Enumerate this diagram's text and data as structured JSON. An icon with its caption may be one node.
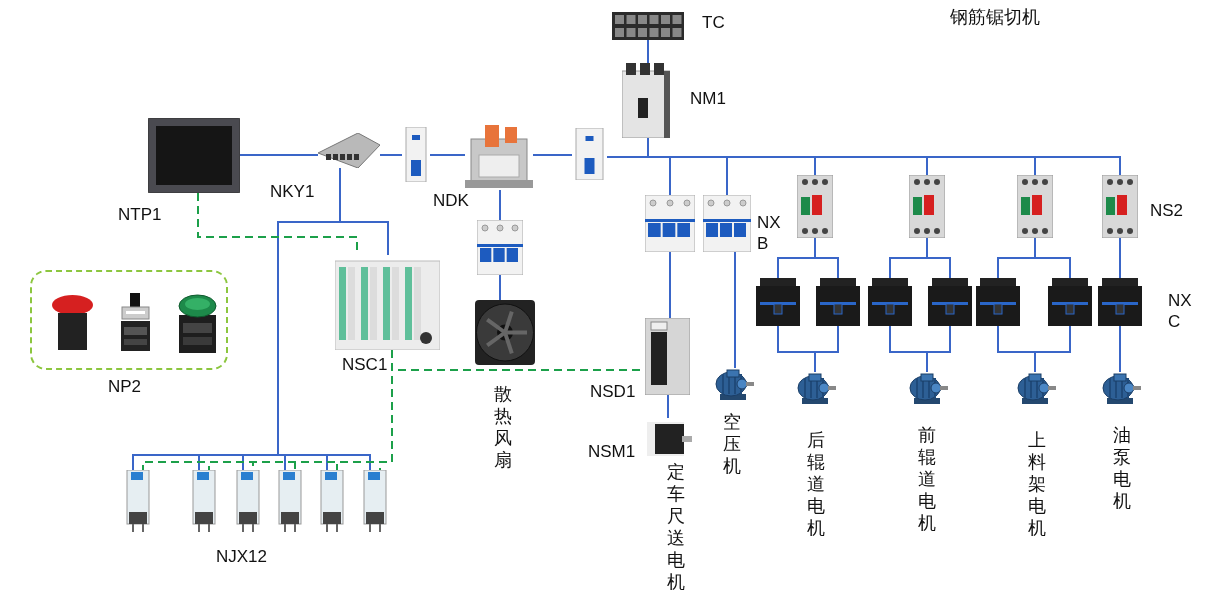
{
  "diagram": {
    "title": "钢筋锯切机",
    "nodes": [
      {
        "text": [],
        "shape": "picture",
        "beside": [
          "TC"
        ]
      },
      {
        "text": [],
        "shape": "picture",
        "beside": [
          "NM1"
        ]
      },
      {
        "text": [],
        "shape": "picture",
        "beside": [
          "NTP1"
        ]
      },
      {
        "text": [],
        "shape": "picture",
        "beside": [
          "NKY1"
        ]
      },
      {
        "text": [],
        "shape": "picture"
      },
      {
        "text": [],
        "shape": "picture",
        "beside": [
          "NDK"
        ]
      },
      {
        "text": [],
        "shape": "picture"
      },
      {
        "text": [],
        "shape": "picture"
      },
      {
        "text": [],
        "shape": "picture",
        "beside": [
          "散热风扇"
        ]
      },
      {
        "text": [],
        "shape": "picture",
        "beside": [
          "NSC1"
        ]
      },
      {
        "text": [],
        "shape": "box",
        "beside": [
          "NP2"
        ]
      },
      {
        "text": [],
        "shape": "picture",
        "in": 10
      },
      {
        "text": [],
        "shape": "picture",
        "in": 10
      },
      {
        "text": [],
        "shape": "picture",
        "in": 10
      },
      {
        "text": [],
        "shape": "picture"
      },
      {
        "text": [],
        "shape": "picture",
        "beside": [
          "NX B"
        ]
      },
      {
        "text": [],
        "shape": "picture",
        "beside": [
          "NSD1"
        ]
      },
      {
        "text": [],
        "shape": "picture",
        "beside": [
          "NSM1",
          "定车尺送电机"
        ]
      },
      {
        "text": [],
        "shape": "picture",
        "beside": [
          "空压机"
        ]
      },
      {
        "text": [],
        "shape": "picture"
      },
      {
        "text": [],
        "shape": "picture"
      },
      {
        "text": [],
        "shape": "picture"
      },
      {
        "text": [],
        "shape": "picture",
        "beside": [
          "NS2"
        ]
      },
      {
        "text": [],
        "shape": "picture"
      },
      {
        "text": [],
        "shape": "picture"
      },
      {
        "text": [],
        "shape": "picture"
      },
      {
        "text": [],
        "shape": "picture"
      },
      {
        "text": [],
        "shape": "picture"
      },
      {
        "text": [],
        "shape": "picture"
      },
      {
        "text": [],
        "shape": "picture",
        "beside": [
          "NX C"
        ]
      },
      {
        "text": [],
        "shape": "picture",
        "beside": [
          "后辊道电机"
        ]
      },
      {
        "text": [],
        "shape": "picture",
        "beside": [
          "前辊道电机"
        ]
      },
      {
        "text": [],
        "shape": "picture",
        "beside": [
          "上料架电机"
        ]
      },
      {
        "text": [],
        "shape": "picture",
        "beside": [
          "油泵电机"
        ]
      },
      {
        "text": [],
        "shape": "picture"
      },
      {
        "text": [],
        "shape": "picture"
      },
      {
        "text": [],
        "shape": "picture"
      },
      {
        "text": [],
        "shape": "picture"
      },
      {
        "text": [],
        "shape": "picture"
      },
      {
        "text": [],
        "shape": "picture"
      }
    ],
    "edges": [
      {
        "from": 0,
        "to": 1,
        "arrow": "none"
      },
      {
        "from": 1,
        "to": 6,
        "arrow": "none"
      },
      {
        "from": 1,
        "to": 14,
        "arrow": "none"
      },
      {
        "from": 1,
        "to": 15,
        "arrow": "none"
      },
      {
        "from": 1,
        "to": 19,
        "arrow": "none"
      },
      {
        "from": 1,
        "to": 20,
        "arrow": "none"
      },
      {
        "from": 1,
        "to": 21,
        "arrow": "none"
      },
      {
        "from": 1,
        "to": 22,
        "arrow": "none"
      },
      {
        "from": 6,
        "to": 5,
        "arrow": "none"
      },
      {
        "from": 5,
        "to": 4,
        "arrow": "none"
      },
      {
        "from": 4,
        "to": 3,
        "arrow": "none"
      },
      {
        "from": 3,
        "to": 2,
        "arrow": "none"
      },
      {
        "from": 5,
        "to": 7,
        "arrow": "none"
      },
      {
        "from": 7,
        "to": 8,
        "arrow": "none"
      },
      {
        "from": 14,
        "to": 16,
        "arrow": "none"
      },
      {
        "from": 16,
        "to": 17,
        "arrow": "none"
      },
      {
        "from": 15,
        "to": 18,
        "arrow": "none"
      },
      {
        "from": 3,
        "to": 9,
        "arrow": "none"
      },
      {
        "from": 3,
        "to": 34,
        "arrow": "none"
      },
      {
        "from": 3,
        "to": 35,
        "arrow": "none"
      },
      {
        "from": 3,
        "to": 36,
        "arrow": "none"
      },
      {
        "from": 3,
        "to": 37,
        "arrow": "none"
      },
      {
        "from": 3,
        "to": 38,
        "arrow": "none"
      },
      {
        "from": 3,
        "to": 39,
        "arrow": "none"
      },
      {
        "from": 2,
        "to": 9,
        "arrow": "none",
        "style": "dashed",
        "color": "#1ca04a"
      },
      {
        "from": 9,
        "to": 16,
        "arrow": "none",
        "style": "dashed",
        "color": "#1ca04a"
      },
      {
        "from": 9,
        "to": 34,
        "arrow": "none",
        "style": "dashed",
        "color": "#1ca04a"
      },
      {
        "from": 9,
        "to": 35,
        "arrow": "none",
        "style": "dashed",
        "color": "#1ca04a"
      },
      {
        "from": 9,
        "to": 36,
        "arrow": "none",
        "style": "dashed",
        "color": "#1ca04a"
      },
      {
        "from": 9,
        "to": 37,
        "arrow": "none",
        "style": "dashed",
        "color": "#1ca04a"
      },
      {
        "from": 9,
        "to": 38,
        "arrow": "none",
        "style": "dashed",
        "color": "#1ca04a"
      },
      {
        "from": 9,
        "to": 39,
        "arrow": "none",
        "style": "dashed",
        "color": "#1ca04a"
      },
      {
        "from": 19,
        "to": 23,
        "arrow": "none"
      },
      {
        "from": 19,
        "to": 24,
        "arrow": "none"
      },
      {
        "from": 20,
        "to": 25,
        "arrow": "none"
      },
      {
        "from": 20,
        "to": 26,
        "arrow": "none"
      },
      {
        "from": 21,
        "to": 27,
        "arrow": "none"
      },
      {
        "from": 21,
        "to": 28,
        "arrow": "none"
      },
      {
        "from": 22,
        "to": 29,
        "arrow": "none"
      },
      {
        "from": 23,
        "to": 30,
        "arrow": "none"
      },
      {
        "from": 24,
        "to": 30,
        "arrow": "none"
      },
      {
        "from": 25,
        "to": 31,
        "arrow": "none"
      },
      {
        "from": 26,
        "to": 31,
        "arrow": "none"
      },
      {
        "from": 27,
        "to": 32,
        "arrow": "none"
      },
      {
        "from": 28,
        "to": 32,
        "arrow": "none"
      },
      {
        "from": 29,
        "to": 33,
        "arrow": "none"
      }
    ],
    "labels": [
      "NJX12"
    ]
  }
}
